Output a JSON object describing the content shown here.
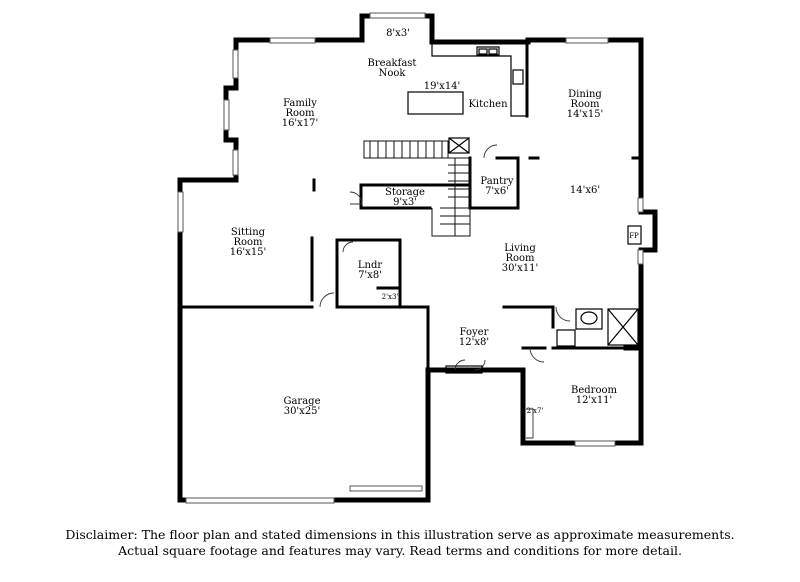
{
  "rooms": {
    "small_top": {
      "size": "8'x3'"
    },
    "breakfast": {
      "name_line1": "Breakfast",
      "name_line2": "Nook",
      "size": "19'x14'"
    },
    "kitchen": {
      "name": "Kitchen"
    },
    "family": {
      "name": "Family",
      "name_line2": "Room",
      "size": "16'x17'"
    },
    "dining": {
      "name": "Dining",
      "name_line2": "Room",
      "size": "14'x15'"
    },
    "pantry": {
      "name": "Pantry",
      "size": "7'x6'"
    },
    "dining_ext": {
      "size": "14'x6'"
    },
    "storage": {
      "name": "Storage",
      "size": "9'x3'"
    },
    "sitting": {
      "name": "Sitting",
      "name_line2": "Room",
      "size": "16'x15'"
    },
    "fireplace": {
      "label": "FP"
    },
    "laundry": {
      "name": "Lndr",
      "size": "7'x8'"
    },
    "closet_small": {
      "size": "2'x3'"
    },
    "living": {
      "name": "Living",
      "name_line2": "Room",
      "size": "30'x11'"
    },
    "foyer": {
      "name": "Foyer",
      "size": "12'x8'"
    },
    "garage": {
      "name": "Garage",
      "size": "30'x25'"
    },
    "bedroom": {
      "name": "Bedroom",
      "size": "12'x11'"
    },
    "closet_bed": {
      "size": "2'x7'"
    }
  },
  "disclaimer": {
    "line1": "Disclaimer: The floor plan and stated dimensions in this illustration serve as approximate measurements.",
    "line2": "Actual square footage and features may vary. Read terms and conditions for more detail."
  }
}
